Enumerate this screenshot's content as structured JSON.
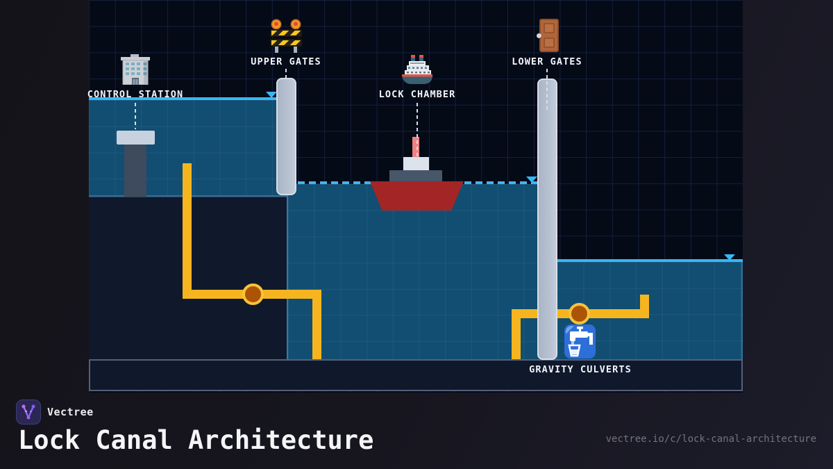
{
  "brand": {
    "name": "Vectree",
    "url": "vectree.io/c/lock-canal-architecture"
  },
  "title": "Lock Canal Architecture",
  "diagram": {
    "labels": {
      "control_station": "CONTROL STATION",
      "upper_gates": "UPPER GATES",
      "lock_chamber": "LOCK CHAMBER",
      "lower_gates": "LOWER GATES",
      "gravity_culverts": "GRAVITY CULVERTS"
    },
    "icons": {
      "control_station": "office-building",
      "upper_gates": "construction-barrier",
      "lock_chamber": "ship",
      "lower_gates": "door",
      "gravity_culverts": "potable-water-faucet"
    },
    "colors": {
      "panel_bg": "#050a17",
      "water_fill": "#114e72",
      "waterline": "#38b6f7",
      "pipe": "#f6b51f",
      "valve": "#ad5306",
      "gate": "#b6c1d1",
      "ground": "#10192c",
      "accent_purple": "#a160f2"
    }
  }
}
